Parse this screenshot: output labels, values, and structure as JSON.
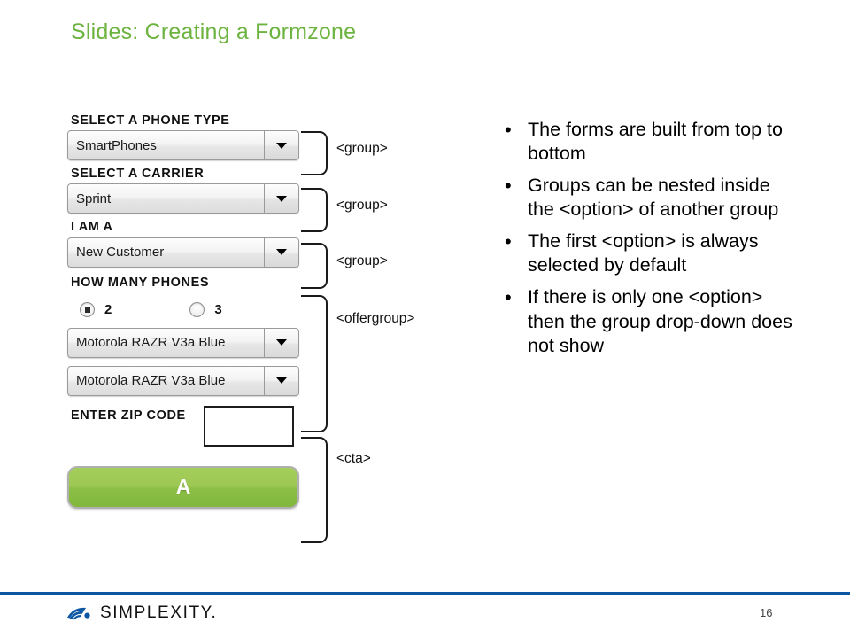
{
  "slide": {
    "title": "Slides: Creating a Formzone",
    "page_number": "16",
    "title_color": "#6cb33f",
    "rule_color": "#0b57a4"
  },
  "form": {
    "fields": [
      {
        "label": "SELECT A PHONE TYPE",
        "value": "SmartPhones"
      },
      {
        "label": "SELECT A CARRIER",
        "value": "Sprint"
      },
      {
        "label": "I AM A",
        "value": "New Customer"
      }
    ],
    "how_many_label": "HOW MANY PHONES",
    "radios": [
      {
        "label": "2",
        "checked": true
      },
      {
        "label": "3",
        "checked": false
      }
    ],
    "phone_selects": [
      {
        "value": "Motorola RAZR V3a Blue"
      },
      {
        "value": "Motorola RAZR V3a Blue"
      }
    ],
    "zip_label": "ENTER ZIP CODE",
    "zip_value": "",
    "cta_label": "A"
  },
  "annotations": [
    {
      "label": "<group>"
    },
    {
      "label": "<group>"
    },
    {
      "label": "<group>"
    },
    {
      "label": "<offergroup>"
    },
    {
      "label": "<cta>"
    }
  ],
  "bullets": [
    {
      "marker": "•",
      "text": "The forms are built from top to bottom"
    },
    {
      "marker": "•",
      "text": "Groups can be nested inside the <option> of another group"
    },
    {
      "marker": "•",
      "text": "The first <option> is always selected by default"
    },
    {
      "marker": "•",
      "text": "If there is only one <option> then the group drop-down does not show"
    }
  ],
  "footer": {
    "brand": "SIMPLEXITY."
  }
}
